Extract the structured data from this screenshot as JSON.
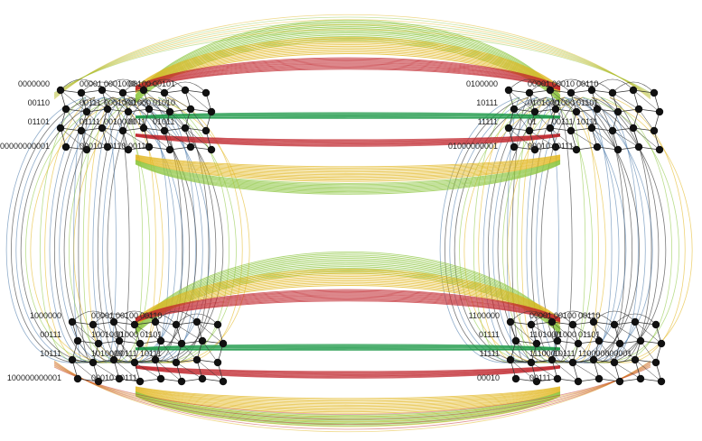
{
  "colors": {
    "background": "#ffffff",
    "node": "#111111",
    "edge_local": "#333333",
    "bundle_red": "#c0272d",
    "bundle_green": "#1f9a4a",
    "bundle_lime": "#8cc63f",
    "bundle_yellow": "#e2b51c",
    "bundle_blue": "#4a78a8",
    "bundle_black": "#222222"
  },
  "diagram": {
    "type": "interconnection-network-graph",
    "clusters": [
      {
        "id": "top-left",
        "labels": [
          {
            "text": "0000000"
          },
          {
            "text": "00001"
          },
          {
            "text": "0001000"
          },
          {
            "text": "00100"
          },
          {
            "text": "00101"
          },
          {
            "text": "00110"
          },
          {
            "text": "00111"
          },
          {
            "text": "0001000"
          },
          {
            "text": "01000"
          },
          {
            "text": "01010"
          },
          {
            "text": "01101"
          },
          {
            "text": "01111"
          },
          {
            "text": "0010000"
          },
          {
            "text": "0011"
          },
          {
            "text": "01011"
          },
          {
            "text": "00000000001"
          },
          {
            "text": "00010"
          },
          {
            "text": "00110"
          },
          {
            "text": "00111"
          }
        ]
      },
      {
        "id": "top-right",
        "labels": [
          {
            "text": "0100000"
          },
          {
            "text": "00001"
          },
          {
            "text": "00010"
          },
          {
            "text": "00110"
          },
          {
            "text": "10111"
          },
          {
            "text": "0101000"
          },
          {
            "text": "01000"
          },
          {
            "text": "01101"
          },
          {
            "text": "11111"
          },
          {
            "text": "01"
          },
          {
            "text": "00111"
          },
          {
            "text": "10111"
          },
          {
            "text": "01000000001"
          },
          {
            "text": "00010"
          },
          {
            "text": "10111"
          }
        ]
      },
      {
        "id": "bottom-left",
        "labels": [
          {
            "text": "1000000"
          },
          {
            "text": "00001"
          },
          {
            "text": "00100"
          },
          {
            "text": "00110"
          },
          {
            "text": "00111"
          },
          {
            "text": "1001000"
          },
          {
            "text": "01000"
          },
          {
            "text": "01101"
          },
          {
            "text": "10111"
          },
          {
            "text": "1010000"
          },
          {
            "text": "00111"
          },
          {
            "text": "10111"
          },
          {
            "text": "100000000001"
          },
          {
            "text": "00010"
          },
          {
            "text": "00111"
          }
        ]
      },
      {
        "id": "bottom-right",
        "labels": [
          {
            "text": "1100000"
          },
          {
            "text": "00001"
          },
          {
            "text": "00100"
          },
          {
            "text": "00110"
          },
          {
            "text": "01111"
          },
          {
            "text": "1101000"
          },
          {
            "text": "01000"
          },
          {
            "text": "01101"
          },
          {
            "text": "11111"
          },
          {
            "text": "1110000"
          },
          {
            "text": "10111"
          },
          {
            "text": "110000000001"
          },
          {
            "text": "00010"
          },
          {
            "text": "00111"
          }
        ]
      }
    ]
  }
}
